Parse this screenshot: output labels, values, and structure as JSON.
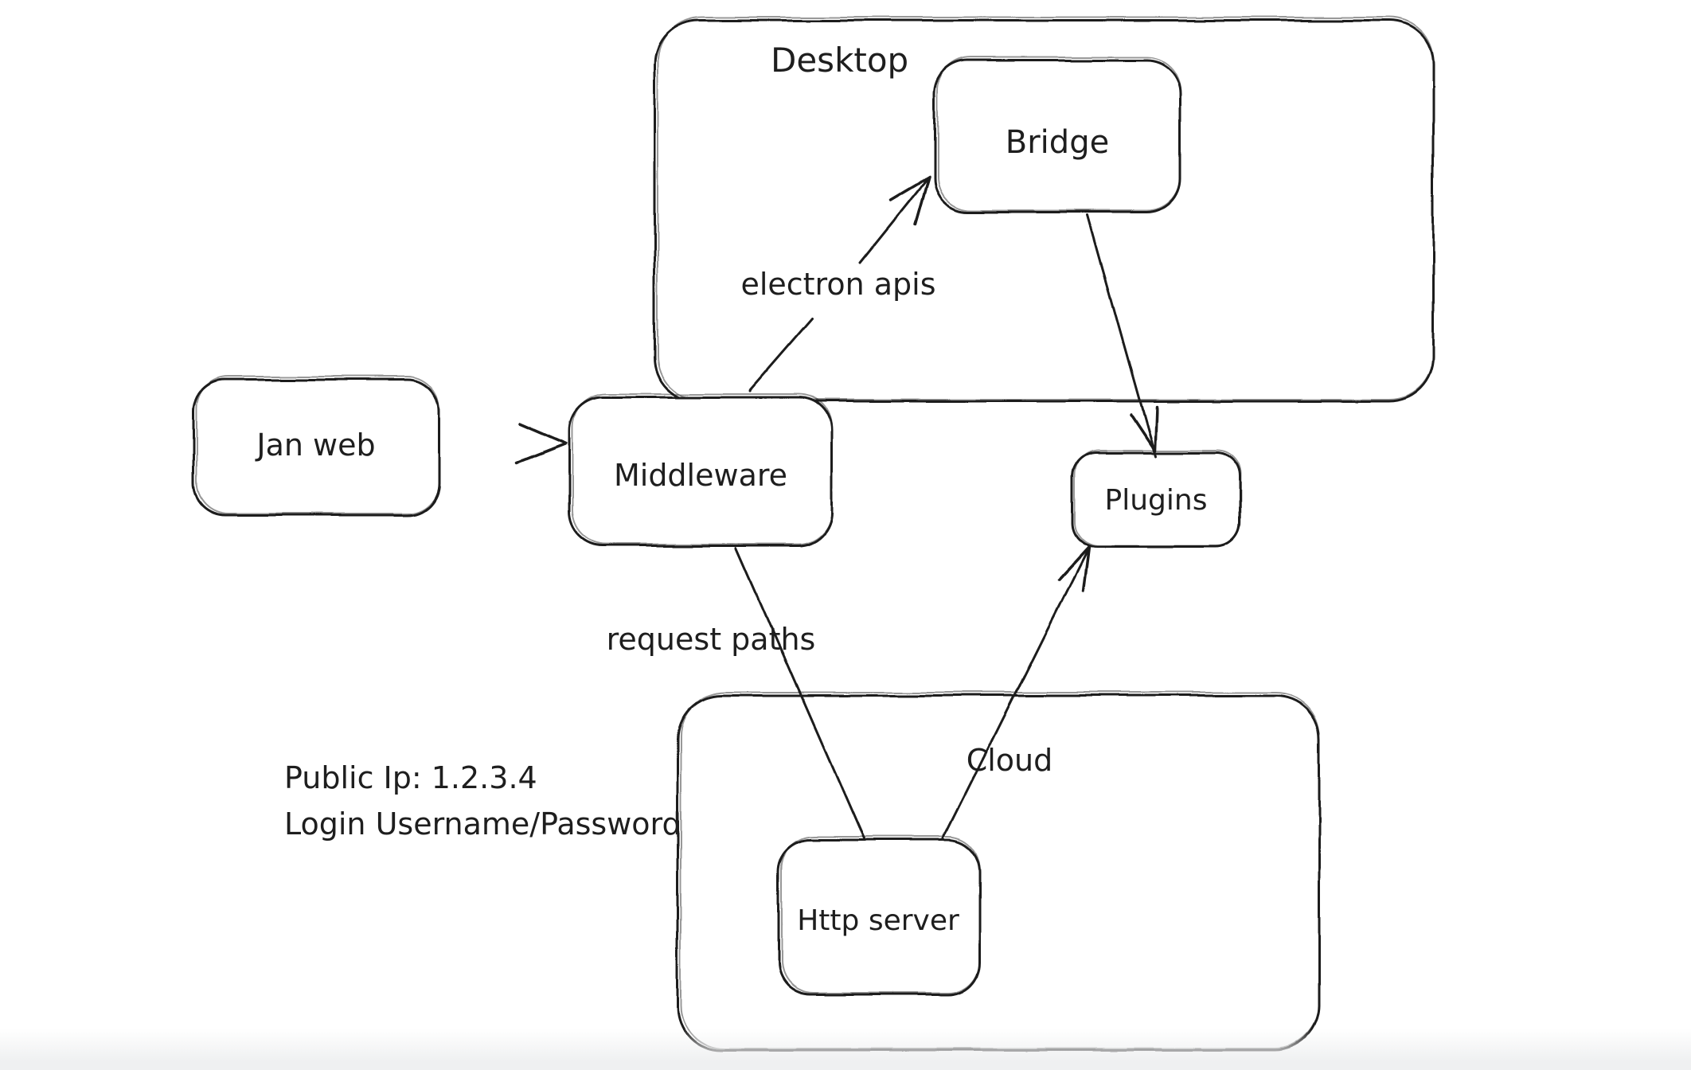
{
  "canvas": {
    "background": "#ffffff",
    "stroke_color": "#1e1e1e",
    "footer_shade_color": "#eff0f1"
  },
  "containers": {
    "desktop": {
      "label": "Desktop"
    },
    "cloud": {
      "label": "Cloud"
    }
  },
  "nodes": {
    "jan_web": {
      "label": "Jan web"
    },
    "middleware": {
      "label": "Middleware"
    },
    "bridge": {
      "label": "Bridge"
    },
    "plugins": {
      "label": "Plugins"
    },
    "http_server": {
      "label": "Http server"
    }
  },
  "edges": {
    "jan_web_to_middleware": {
      "from": "Jan web",
      "to": "Middleware",
      "label": ""
    },
    "middleware_to_bridge": {
      "from": "Middleware",
      "to": "Bridge",
      "label": "electron apis"
    },
    "bridge_to_plugins": {
      "from": "Bridge",
      "to": "Plugins",
      "label": ""
    },
    "middleware_to_http_server": {
      "from": "Middleware",
      "to": "Http server",
      "label": "request paths"
    },
    "http_server_to_plugins": {
      "from": "Http server",
      "to": "Plugins",
      "label": ""
    }
  },
  "notes": {
    "public_ip": "Public Ip: 1.2.3.4",
    "login": "Login Username/Password"
  }
}
